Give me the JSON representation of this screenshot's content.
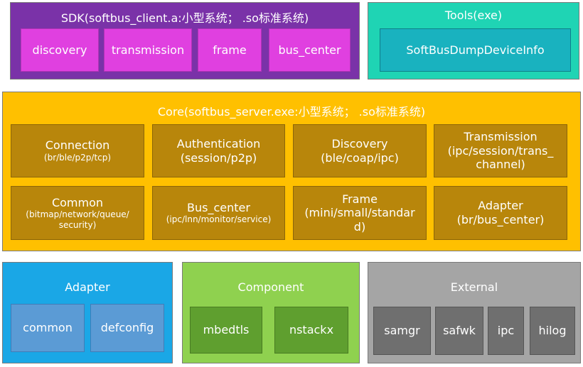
{
  "colors": {
    "sdk_panel": "#7a32a8",
    "sdk_box": "#e040e0",
    "tools_panel": "#1fd4b4",
    "tools_box": "#19b2bf",
    "core_panel": "#ffc000",
    "core_box": "#b8860b",
    "adapter_panel": "#1aa7e6",
    "adapter_box": "#5b9bd5",
    "component_panel": "#8fd14f",
    "component_box": "#5f9f2f",
    "external_panel": "#a5a5a5",
    "external_box": "#6f6f6f"
  },
  "sdk": {
    "title": "SDK(softbus_client.a:小型系统； .so标准系统)",
    "items": [
      "discovery",
      "transmission",
      "frame",
      "bus_center"
    ]
  },
  "tools": {
    "title": "Tools(exe)",
    "items": [
      "SoftBusDumpDeviceInfo"
    ]
  },
  "core": {
    "title": "Core(softbus_server.exe:小型系统； .so标准系统)",
    "modules": [
      {
        "name": "Connection",
        "detail": [
          "(br/ble/p2p/tcp)"
        ]
      },
      {
        "name": "Authentication",
        "detail": [
          "(session/p2p)"
        ]
      },
      {
        "name": "Discovery",
        "detail": [
          "(ble/coap/ipc)"
        ]
      },
      {
        "name": "Transmission",
        "detail": [
          "(ipc/session/trans_",
          "channel)"
        ]
      },
      {
        "name": "Common",
        "detail": [
          "(bitmap/network/queue/",
          "security)"
        ]
      },
      {
        "name": "Bus_center",
        "detail": [
          "(ipc/lnn/monitor/service)"
        ]
      },
      {
        "name": "Frame",
        "detail": [
          "(mini/small/standar",
          "d)"
        ]
      },
      {
        "name": "Adapter",
        "detail": [
          "(br/bus_center)"
        ]
      }
    ]
  },
  "adapter": {
    "title": "Adapter",
    "items": [
      "common",
      "defconfig"
    ]
  },
  "component": {
    "title": "Component",
    "items": [
      "mbedtls",
      "nstackx"
    ]
  },
  "external": {
    "title": "External",
    "items": [
      "samgr",
      "safwk",
      "ipc",
      "hilog"
    ]
  }
}
